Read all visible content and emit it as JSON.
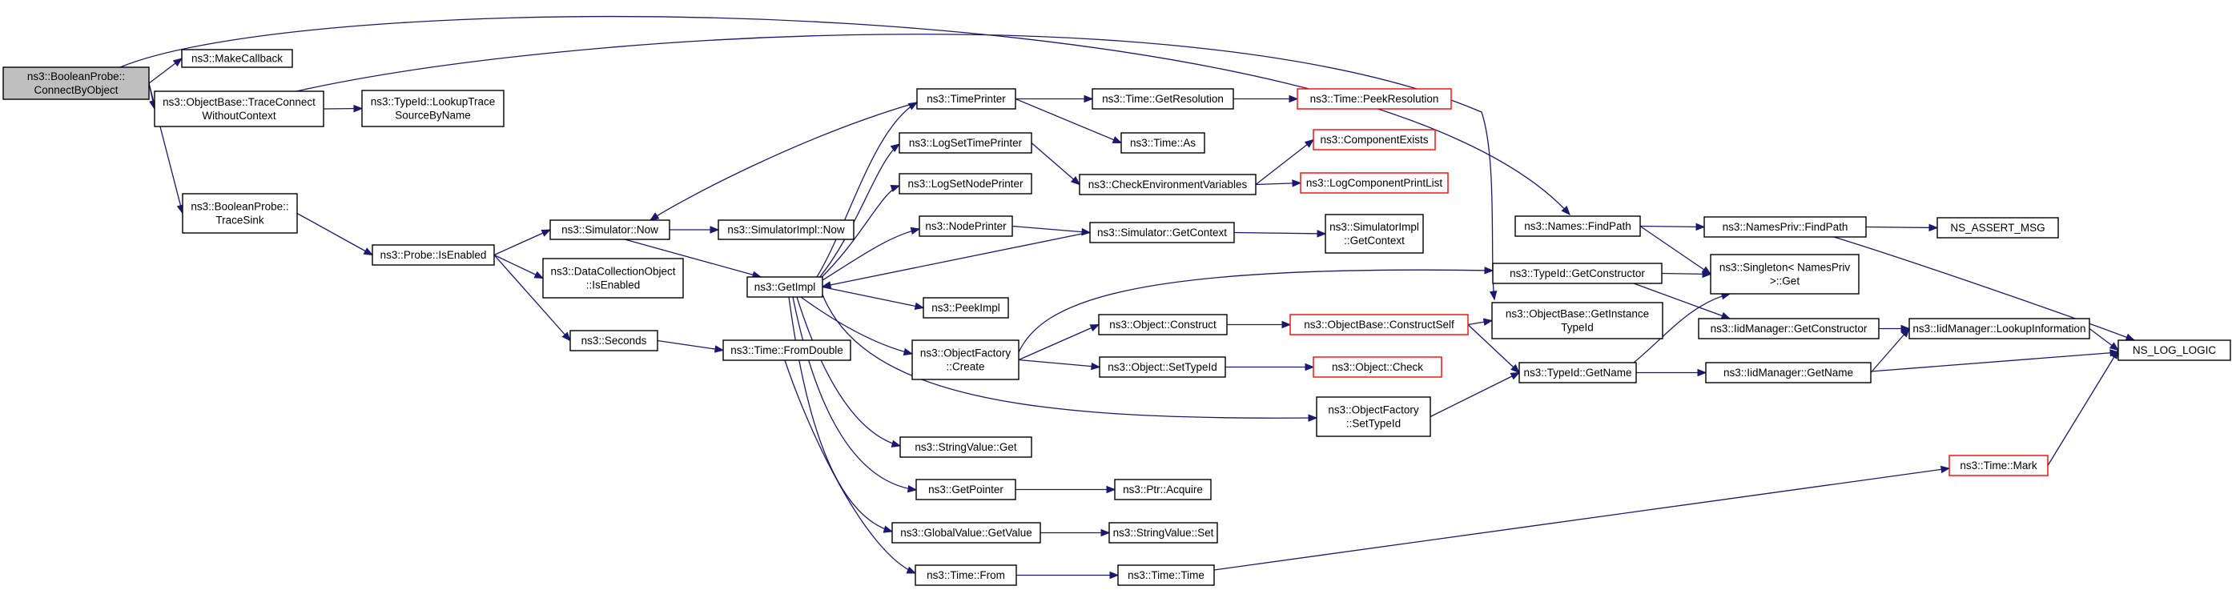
{
  "colors": {
    "edge": "#191970",
    "root_fill": "#bfbfbf",
    "truncated_border": "#ff0000"
  },
  "nodes": [
    {
      "id": "n0",
      "lines": [
        "ns3::BooleanProbe::",
        "ConnectByObject"
      ],
      "style": "root"
    },
    {
      "id": "n1",
      "lines": [
        "ns3::MakeCallback"
      ]
    },
    {
      "id": "n2",
      "lines": [
        "ns3::ObjectBase::TraceConnect",
        "WithoutContext"
      ]
    },
    {
      "id": "n3",
      "lines": [
        "ns3::TypeId::LookupTrace",
        "SourceByName"
      ]
    },
    {
      "id": "n4",
      "lines": [
        "ns3::BooleanProbe::",
        "TraceSink"
      ]
    },
    {
      "id": "n5",
      "lines": [
        "ns3::Probe::IsEnabled"
      ]
    },
    {
      "id": "n6",
      "lines": [
        "ns3::Simulator::Now"
      ]
    },
    {
      "id": "n7",
      "lines": [
        "ns3::SimulatorImpl::Now"
      ]
    },
    {
      "id": "n8",
      "lines": [
        "ns3::DataCollectionObject",
        "::IsEnabled"
      ]
    },
    {
      "id": "n9",
      "lines": [
        "ns3::Seconds"
      ]
    },
    {
      "id": "n10",
      "lines": [
        "ns3::Time::FromDouble"
      ]
    },
    {
      "id": "n11",
      "lines": [
        "ns3::GetImpl"
      ]
    },
    {
      "id": "n12",
      "lines": [
        "ns3::TimePrinter"
      ]
    },
    {
      "id": "n13",
      "lines": [
        "ns3::LogSetTimePrinter"
      ]
    },
    {
      "id": "n14",
      "lines": [
        "ns3::LogSetNodePrinter"
      ]
    },
    {
      "id": "n15",
      "lines": [
        "ns3::NodePrinter"
      ]
    },
    {
      "id": "n16",
      "lines": [
        "ns3::PeekImpl"
      ]
    },
    {
      "id": "n17",
      "lines": [
        "ns3::ObjectFactory",
        "::Create"
      ]
    },
    {
      "id": "n18",
      "lines": [
        "ns3::StringValue::Get"
      ]
    },
    {
      "id": "n19",
      "lines": [
        "ns3::GetPointer"
      ]
    },
    {
      "id": "n20",
      "lines": [
        "ns3::GlobalValue::GetValue"
      ]
    },
    {
      "id": "n21",
      "lines": [
        "ns3::Time::From"
      ]
    },
    {
      "id": "n22",
      "lines": [
        "ns3::Time::GetResolution"
      ]
    },
    {
      "id": "n23",
      "lines": [
        "ns3::Time::PeekResolution"
      ],
      "style": "truncated"
    },
    {
      "id": "n24",
      "lines": [
        "ns3::Time::As"
      ]
    },
    {
      "id": "n25",
      "lines": [
        "ns3::CheckEnvironmentVariables"
      ]
    },
    {
      "id": "n26",
      "lines": [
        "ns3::ComponentExists"
      ],
      "style": "truncated"
    },
    {
      "id": "n27",
      "lines": [
        "ns3::LogComponentPrintList"
      ],
      "style": "truncated"
    },
    {
      "id": "n28",
      "lines": [
        "ns3::Simulator::GetContext"
      ]
    },
    {
      "id": "n29",
      "lines": [
        "ns3::SimulatorImpl",
        "::GetContext"
      ]
    },
    {
      "id": "n30",
      "lines": [
        "ns3::Object::Construct"
      ]
    },
    {
      "id": "n31",
      "lines": [
        "ns3::ObjectBase::ConstructSelf"
      ],
      "style": "truncated"
    },
    {
      "id": "n32",
      "lines": [
        "ns3::Object::SetTypeId"
      ]
    },
    {
      "id": "n33",
      "lines": [
        "ns3::Object::Check"
      ],
      "style": "truncated"
    },
    {
      "id": "n34",
      "lines": [
        "ns3::ObjectFactory",
        "::SetTypeId"
      ]
    },
    {
      "id": "n35",
      "lines": [
        "ns3::Ptr::Acquire"
      ]
    },
    {
      "id": "n36",
      "lines": [
        "ns3::StringValue::Set"
      ]
    },
    {
      "id": "n37",
      "lines": [
        "ns3::Time::Time"
      ]
    },
    {
      "id": "n38",
      "lines": [
        "ns3::Names::FindPath"
      ]
    },
    {
      "id": "n39",
      "lines": [
        "ns3::TypeId::GetConstructor"
      ]
    },
    {
      "id": "n40",
      "lines": [
        "ns3::ObjectBase::GetInstance",
        "TypeId"
      ]
    },
    {
      "id": "n41",
      "lines": [
        "ns3::TypeId::GetName"
      ]
    },
    {
      "id": "n42",
      "lines": [
        "ns3::NamesPriv::FindPath"
      ]
    },
    {
      "id": "n43",
      "lines": [
        "ns3::Singleton< NamesPriv",
        " >::Get"
      ]
    },
    {
      "id": "n44",
      "lines": [
        "ns3::IidManager::GetConstructor"
      ]
    },
    {
      "id": "n45",
      "lines": [
        "ns3::IidManager::GetName"
      ]
    },
    {
      "id": "n46",
      "lines": [
        "ns3::Time::Mark"
      ],
      "style": "truncated"
    },
    {
      "id": "n47",
      "lines": [
        "NS_ASSERT_MSG"
      ]
    },
    {
      "id": "n48",
      "lines": [
        "ns3::IidManager::LookupInformation"
      ]
    },
    {
      "id": "n49",
      "lines": [
        "NS_LOG_LOGIC"
      ]
    }
  ],
  "edges": [
    [
      "n0",
      "n1"
    ],
    [
      "n0",
      "n2"
    ],
    [
      "n0",
      "n4"
    ],
    [
      "n0",
      "n38"
    ],
    [
      "n2",
      "n3"
    ],
    [
      "n2",
      "n40"
    ],
    [
      "n4",
      "n5"
    ],
    [
      "n5",
      "n6"
    ],
    [
      "n5",
      "n8"
    ],
    [
      "n5",
      "n9"
    ],
    [
      "n6",
      "n7"
    ],
    [
      "n6",
      "n11"
    ],
    [
      "n9",
      "n10"
    ],
    [
      "n10",
      "n21"
    ],
    [
      "n11",
      "n12"
    ],
    [
      "n11",
      "n13"
    ],
    [
      "n11",
      "n14"
    ],
    [
      "n11",
      "n15"
    ],
    [
      "n11",
      "n16"
    ],
    [
      "n11",
      "n17"
    ],
    [
      "n11",
      "n18"
    ],
    [
      "n11",
      "n19"
    ],
    [
      "n11",
      "n20"
    ],
    [
      "n11",
      "n34"
    ],
    [
      "n12",
      "n6"
    ],
    [
      "n12",
      "n22"
    ],
    [
      "n12",
      "n24"
    ],
    [
      "n13",
      "n25"
    ],
    [
      "n15",
      "n28"
    ],
    [
      "n17",
      "n30"
    ],
    [
      "n17",
      "n32"
    ],
    [
      "n17",
      "n39"
    ],
    [
      "n19",
      "n35"
    ],
    [
      "n20",
      "n36"
    ],
    [
      "n21",
      "n37"
    ],
    [
      "n22",
      "n23"
    ],
    [
      "n25",
      "n26"
    ],
    [
      "n25",
      "n27"
    ],
    [
      "n28",
      "n11"
    ],
    [
      "n28",
      "n29"
    ],
    [
      "n30",
      "n31"
    ],
    [
      "n31",
      "n40"
    ],
    [
      "n31",
      "n41"
    ],
    [
      "n32",
      "n33"
    ],
    [
      "n34",
      "n41"
    ],
    [
      "n37",
      "n46"
    ],
    [
      "n38",
      "n42"
    ],
    [
      "n38",
      "n43"
    ],
    [
      "n39",
      "n43"
    ],
    [
      "n39",
      "n44"
    ],
    [
      "n41",
      "n43"
    ],
    [
      "n41",
      "n45"
    ],
    [
      "n42",
      "n47"
    ],
    [
      "n42",
      "n49"
    ],
    [
      "n44",
      "n48"
    ],
    [
      "n45",
      "n48"
    ],
    [
      "n45",
      "n49"
    ],
    [
      "n46",
      "n49"
    ],
    [
      "n48",
      "n49"
    ]
  ]
}
